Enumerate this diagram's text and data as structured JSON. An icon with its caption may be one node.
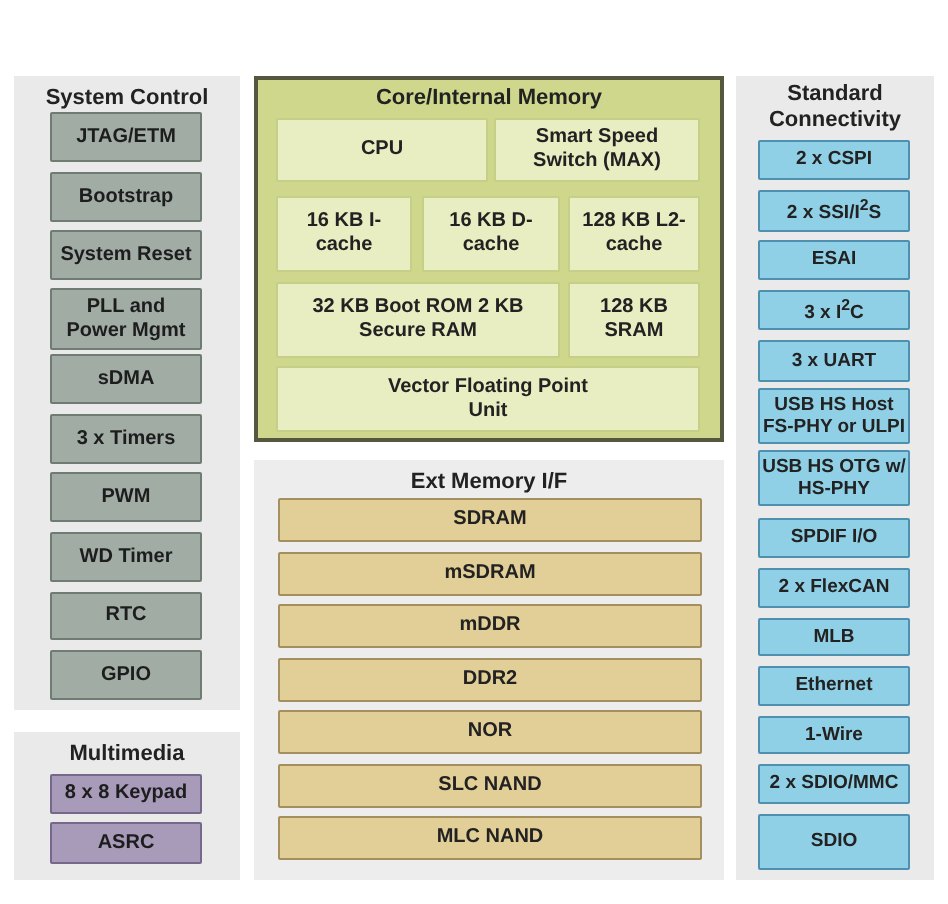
{
  "diagram": {
    "nodes": [
      {
        "text": [
          "System Control"
        ]
      },
      {
        "text": [
          "JTAG/ETM"
        ],
        "in": 0
      },
      {
        "text": [
          "Bootstrap"
        ],
        "in": 0
      },
      {
        "text": [
          "System Reset"
        ],
        "in": 0
      },
      {
        "text": [
          "PLL and Power Mgmt"
        ],
        "in": 0
      },
      {
        "text": [
          "sDMA"
        ],
        "in": 0
      },
      {
        "text": [
          "3 x Timers"
        ],
        "in": 0
      },
      {
        "text": [
          "PWM"
        ],
        "in": 0
      },
      {
        "text": [
          "WD Timer"
        ],
        "in": 0
      },
      {
        "text": [
          "RTC"
        ],
        "in": 0
      },
      {
        "text": [
          "GPIO"
        ],
        "in": 0
      },
      {
        "text": [
          "Multimedia"
        ]
      },
      {
        "text": [
          "8 x 8 Keypad"
        ],
        "in": 11
      },
      {
        "text": [
          "ASRC"
        ],
        "in": 11
      },
      {
        "text": [
          "Core/Internal Memory"
        ]
      },
      {
        "text": [
          "CPU"
        ],
        "in": 14
      },
      {
        "text": [
          "Smart Speed Switch (MAX)"
        ],
        "in": 14
      },
      {
        "text": [
          "16 KB I-cache"
        ],
        "in": 14
      },
      {
        "text": [
          "16 KB D-cache"
        ],
        "in": 14
      },
      {
        "text": [
          "128 KB L2-cache"
        ],
        "in": 14
      },
      {
        "text": [
          "32 KB Boot ROM 2 KB Secure RAM"
        ],
        "in": 14
      },
      {
        "text": [
          "128 KB SRAM"
        ],
        "in": 14
      },
      {
        "text": [
          "Vector Floating Point Unit"
        ],
        "in": 14
      },
      {
        "text": [
          "Ext Memory I/F"
        ]
      },
      {
        "text": [
          "SDRAM"
        ],
        "in": 23
      },
      {
        "text": [
          "mSDRAM"
        ],
        "in": 23
      },
      {
        "text": [
          "mDDR"
        ],
        "in": 23
      },
      {
        "text": [
          "DDR2"
        ],
        "in": 23
      },
      {
        "text": [
          "NOR"
        ],
        "in": 23
      },
      {
        "text": [
          "SLC NAND"
        ],
        "in": 23
      },
      {
        "text": [
          "MLC NAND"
        ],
        "in": 23
      },
      {
        "text": [
          "Standard Connectivity"
        ]
      },
      {
        "text": [
          "2 x CSPI"
        ],
        "in": 31
      },
      {
        "text": [
          "2 x SSI/I$^{2}$S"
        ],
        "in": 31
      },
      {
        "text": [
          "ESAI"
        ],
        "in": 31
      },
      {
        "text": [
          "3 x I$^{2}$C"
        ],
        "in": 31
      },
      {
        "text": [
          "3 x UART"
        ],
        "in": 31
      },
      {
        "text": [
          "USB HS Host FS-PHY or ULPI"
        ],
        "in": 31
      },
      {
        "text": [
          "USB HS OTG w/ HS-PHY"
        ],
        "in": 31
      },
      {
        "text": [
          "SPDIF I/O"
        ],
        "in": 31
      },
      {
        "text": [
          "2 x FlexCAN"
        ],
        "in": 31
      },
      {
        "text": [
          "MLB"
        ],
        "in": 31
      },
      {
        "text": [
          "Ethernet"
        ],
        "in": 31
      },
      {
        "text": [
          "1-Wire"
        ],
        "in": 31
      },
      {
        "text": [
          "2 x SDIO/MMC"
        ],
        "in": 31
      },
      {
        "text": [
          "SDIO"
        ],
        "in": 31
      }
    ]
  }
}
